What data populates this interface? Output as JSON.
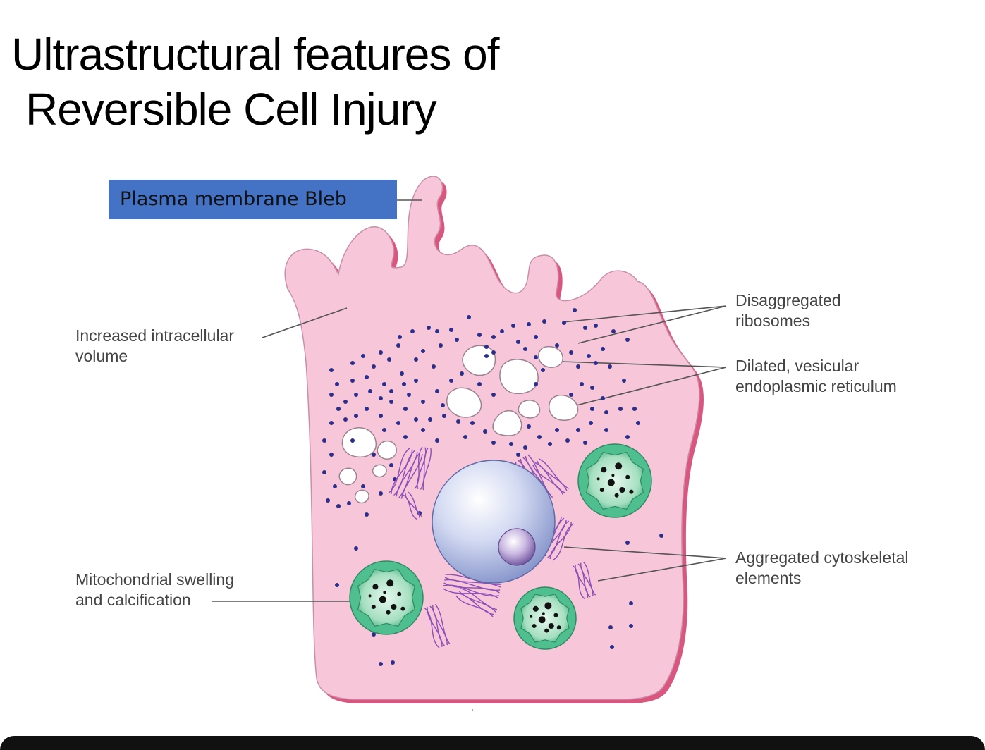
{
  "title": {
    "line1": "Ultrastructural features of",
    "line2": "Reversible Cell Injury"
  },
  "bleb_label": "Plasma membrane Bleb",
  "labels": {
    "volume": [
      "Increased intracellular",
      "volume"
    ],
    "mitochondria": [
      "Mitochondrial swelling",
      "and calcification"
    ],
    "ribosomes": [
      "Disaggregated",
      "ribosomes"
    ],
    "er": [
      "Dilated, vesicular",
      "endoplasmic reticulum"
    ],
    "cytoskeleton": [
      "Aggregated cytoskeletal",
      "elements"
    ]
  },
  "colors": {
    "cytoplasm": "#f7c6d9",
    "membrane_shadow": "#d9567f",
    "ribosome": "#2b2f8c",
    "mitochondrion": "#4fbf8f",
    "nucleus": "#c8d2f0",
    "cytoskeleton": "#8a4fb8",
    "label_box": "#4472c4"
  }
}
